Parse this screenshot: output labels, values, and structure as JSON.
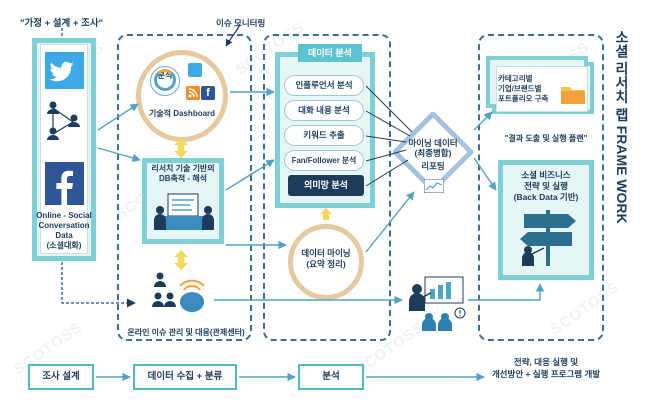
{
  "diagram": {
    "vertical_title": "소셜 리서치 랩 FRAME WORK",
    "top_quote": "\"가정 + 설계 + 조사\"",
    "issue_monitoring": "이슈 모니터링",
    "online_social": [
      "Online - Social",
      "Conversation",
      "Data",
      "(소셜대화)"
    ],
    "analysis_badge": "분석",
    "dashboard_label": "기술적 Dashboard",
    "research_db": [
      "리서치 기술 기반의",
      "DB축적 - 해석"
    ],
    "online_issue": "온라인 이슈 관리 및 대응(관제센터)",
    "data_analysis_title": "데이터 분석",
    "analysis_items": [
      "인플루언서 분석",
      "대화 내용 분석",
      "키워드 추출",
      "Fan/Follower 분석"
    ],
    "semantic_network": "의미망 분석",
    "data_mining": [
      "데이터 마이닝",
      "(요약 정리)"
    ],
    "mining_data": [
      "마이닝 데이터",
      "(최종병합)"
    ],
    "reporting": "리포팅",
    "category_portfolio": [
      "카테고리별",
      "기업/브랜드별",
      "포트폴리오 구축"
    ],
    "result_plan": "\"결과 도출 및 실행 플랜\"",
    "social_business": [
      "소셜 비즈니스",
      "전략 및 실행",
      "(Back Data 기반)"
    ],
    "bottom_steps": [
      "조사 설계",
      "데이터 수집 + 분류",
      "분석",
      "전략, 대응 실행 및",
      "개선방안 + 실행 프로그램 개발"
    ],
    "watermark": "SCOTOSS"
  },
  "colors": {
    "navy": "#1d3c5c",
    "teal_border": "#7fd0d6",
    "teal_fill": "#e6f5f6",
    "tan_ring": "#e6c9a0",
    "arrow_blue": "#4fa3c7",
    "dash_blue": "#3a6e9a",
    "twitter": "#3da8e6",
    "facebook": "#2f5597",
    "rss": "#f28c28",
    "yellow_arrow": "#f5d75a"
  }
}
